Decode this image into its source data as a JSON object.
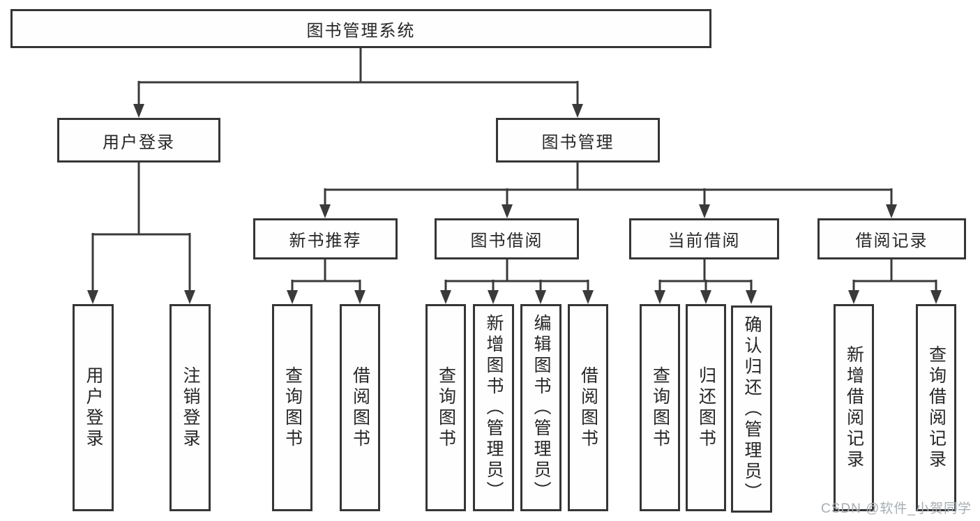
{
  "diagram_title": "图书管理系统",
  "tree": {
    "label": "图书管理系统",
    "children": [
      {
        "label": "用户登录",
        "children": [
          {
            "label": "用户登录"
          },
          {
            "label": "注销登录"
          }
        ]
      },
      {
        "label": "图书管理",
        "children": [
          {
            "label": "新书推荐",
            "children": [
              {
                "label": "查询图书"
              },
              {
                "label": "借阅图书"
              }
            ]
          },
          {
            "label": "图书借阅",
            "children": [
              {
                "label": "查询图书"
              },
              {
                "label": "新增图书（管理员）"
              },
              {
                "label": "编辑图书（管理员）"
              },
              {
                "label": "借阅图书"
              }
            ]
          },
          {
            "label": "当前借阅",
            "children": [
              {
                "label": "查询图书"
              },
              {
                "label": "归还图书"
              },
              {
                "label": "确认归还（管理员）"
              }
            ]
          },
          {
            "label": "借阅记录",
            "children": [
              {
                "label": "新增借阅记录"
              },
              {
                "label": "查询借阅记录"
              }
            ]
          }
        ]
      }
    ]
  },
  "watermark": {
    "text": "CSDN @软件_小贺同学"
  },
  "colors": {
    "line": "#3a3a3a",
    "border": "#353535",
    "text": "#262626",
    "background": "#ffffff",
    "watermark": "#a6adb3"
  }
}
